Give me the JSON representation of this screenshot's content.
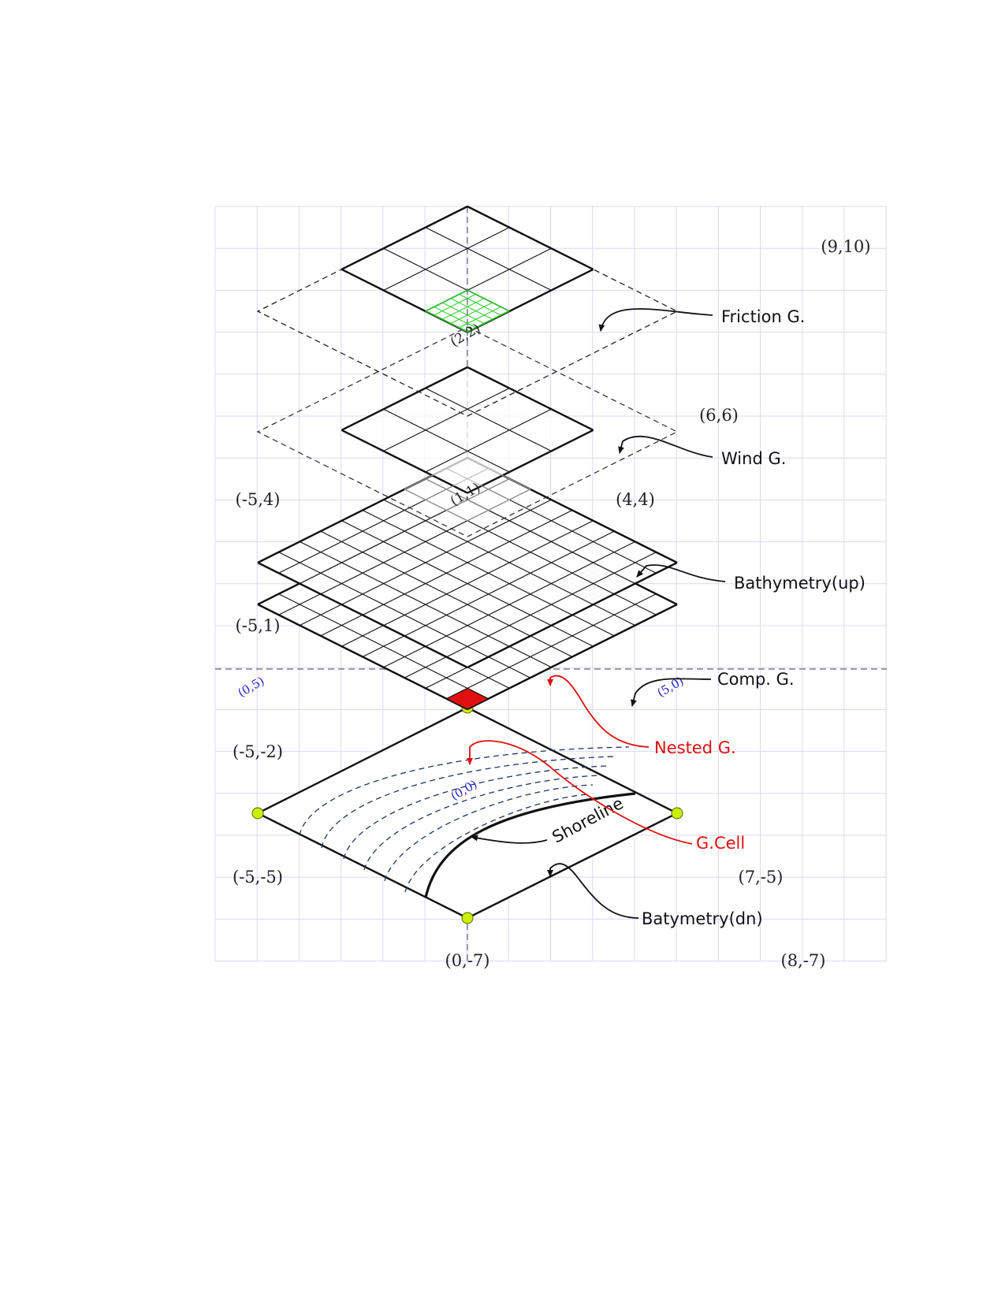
{
  "coords": {
    "c_9_10": "(9,10)",
    "c_6_6": "(6,6)",
    "c_m5_4": "(-5,4)",
    "c_4_4": "(4,4)",
    "c_m5_1": "(-5,1)",
    "c_m5_m2": "(-5,-2)",
    "c_m5_m5": "(-5,-5)",
    "c_7_m5": "(7,-5)",
    "c_0_m7": "(0,-7)",
    "c_8_m7": "(8,-7)",
    "c_2_2": "(2,2)",
    "c_1_1": "(1,1)",
    "c_0_5": "(0,5)",
    "c_5_0": "(5,0)",
    "c_0_0": "(0,0)"
  },
  "labels": {
    "friction": "Friction G.",
    "wind": "Wind G.",
    "bathy_up": "Bathymetry(up)",
    "comp": "Comp. G.",
    "nested": "Nested G.",
    "gcell": "G.Cell",
    "bathy_dn": "Batymetry(dn)",
    "shoreline": "Shoreline"
  },
  "colors": {
    "grid": "#d8d8f4",
    "nested": "#f29a9a",
    "cell": "#e01010",
    "friction_fine": "#22cc22",
    "dot": "#ccee00",
    "dashed_contour": "#223366"
  }
}
